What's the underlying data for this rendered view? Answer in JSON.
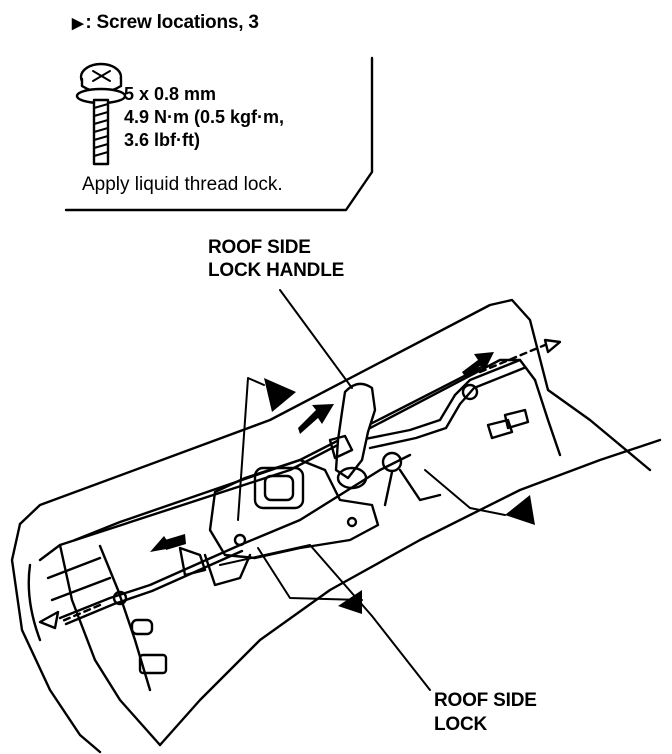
{
  "legend": {
    "symbol": "▶",
    "title": ": Screw locations, 3",
    "spec_size": "5 x 0.8 mm",
    "spec_torque_1": "4.9 N·m (0.5 kgf·m,",
    "spec_torque_2": "3.6 lbf·ft)",
    "note": "Apply liquid thread lock."
  },
  "callouts": {
    "handle_line1": "ROOF SIDE",
    "handle_line2": "LOCK HANDLE",
    "lock_line1": "ROOF SIDE",
    "lock_line2": "LOCK"
  },
  "icons": [
    "screw-icon",
    "screw-location-arrow-icon",
    "movement-arrow-icon"
  ]
}
